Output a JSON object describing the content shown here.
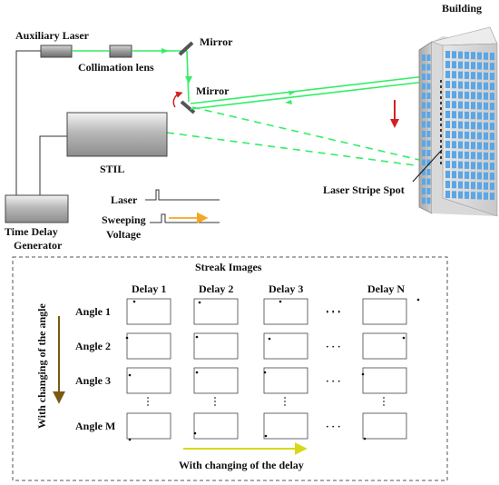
{
  "labels": {
    "building": "Building",
    "auxiliary_laser": "Auxiliary Laser",
    "collimation_lens": "Collimation lens",
    "mirror_top": "Mirror",
    "mirror_bottom": "Mirror",
    "stil": "STIL",
    "laser_stripe_spot": "Laser Stripe Spot",
    "time_delay_generator_line1": "Time Delay",
    "time_delay_generator_line2": "Generator",
    "legend_laser": "Laser",
    "legend_sweeping_line1": "Sweeping",
    "legend_sweeping_line2": "Voltage"
  },
  "streak_panel": {
    "title": "Streak Images",
    "columns": [
      "Delay 1",
      "Delay 2",
      "Delay 3",
      "Delay N"
    ],
    "rows": [
      "Angle 1",
      "Angle 2",
      "Angle 3",
      "Angle M"
    ],
    "ellipsis": "· · ·",
    "angle_axis_label": "With changing of the angle",
    "delay_axis_label": "With changing of the delay"
  },
  "colors": {
    "beam": "#33ee66",
    "down_arrow": "#d42020",
    "rotate_arrow": "#d42020",
    "sweep_arrow": "#f5a623",
    "angle_arrow": "#7a5a12",
    "delay_arrow": "#d8d81a",
    "building_window": "#5aa6e6"
  },
  "icons": {
    "rotate": "rotation-arrow-icon",
    "down": "down-arrow-icon"
  }
}
